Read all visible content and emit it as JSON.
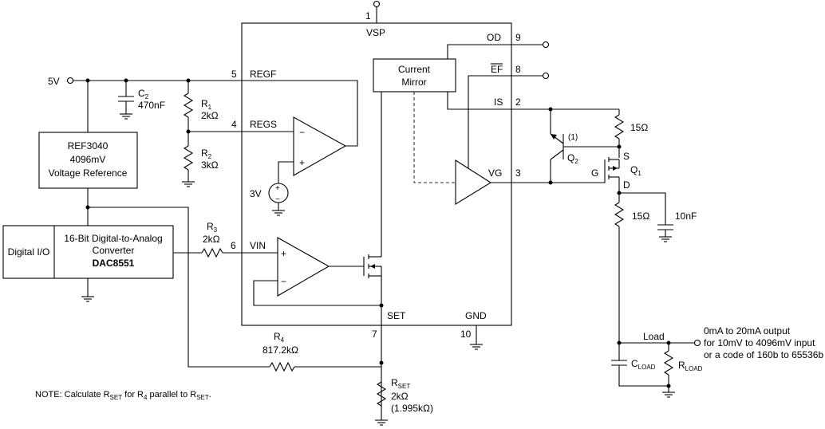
{
  "chip": {
    "pins": {
      "vsp": {
        "num": "1",
        "name": "VSP"
      },
      "regf": {
        "num": "5",
        "name": "REGF"
      },
      "regs": {
        "num": "4",
        "name": "REGS"
      },
      "vin": {
        "num": "6",
        "name": "VIN"
      },
      "set": {
        "num": "7",
        "name": "SET"
      },
      "gnd": {
        "num": "10",
        "name": "GND"
      },
      "od": {
        "num": "9",
        "name": "OD"
      },
      "ef": {
        "num": "8",
        "name": "EF"
      },
      "is": {
        "num": "2",
        "name": "IS"
      },
      "vg": {
        "num": "3",
        "name": "VG"
      }
    },
    "current_mirror": [
      "Current",
      "Mirror"
    ]
  },
  "supply": {
    "label": "5V"
  },
  "reference": [
    "REF3040",
    "4096mV",
    "Voltage Reference"
  ],
  "dac": {
    "io_label": "Digital I/O",
    "lines": [
      "16-Bit Digital-to-Analog",
      "Converter"
    ],
    "part": "DAC8551"
  },
  "components": {
    "c2": {
      "letter": "C",
      "sub": "2",
      "value": "470nF"
    },
    "r1": {
      "letter": "R",
      "sub": "1",
      "value": "2kΩ"
    },
    "r2": {
      "letter": "R",
      "sub": "2",
      "value": "3kΩ"
    },
    "r3": {
      "letter": "R",
      "sub": "3",
      "value": "2kΩ"
    },
    "r4": {
      "letter": "R",
      "sub": "4",
      "value": "817.2kΩ"
    },
    "rset": {
      "letter": "R",
      "sub": "SET",
      "value": "2kΩ",
      "note": "(1.995kΩ)"
    },
    "source3v": {
      "label": "3V",
      "plus": "+",
      "minus": "−"
    },
    "r15a": {
      "value": "15Ω"
    },
    "r15b": {
      "value": "15Ω"
    },
    "c10n": {
      "value": "10nF"
    },
    "q2": {
      "letter": "Q",
      "sub": "2",
      "footnote": "(1)"
    },
    "q1": {
      "letter": "Q",
      "sub": "1",
      "s": "S",
      "g": "G",
      "d": "D"
    },
    "cload": {
      "letter": "C",
      "sub": "LOAD"
    },
    "rload": {
      "letter": "R",
      "sub": "LOAD"
    },
    "load_label": "Load"
  },
  "opamp_signs": {
    "plus": "+",
    "minus": "−"
  },
  "output_note": [
    "0mA to 20mA output",
    "for 10mV to 4096mV input",
    "or a code of 160b to 65536b"
  ],
  "note": {
    "p1": "NOTE: Calculate R",
    "s1": "SET",
    "p2": " for R",
    "s2": "4",
    "p3": " parallel to R",
    "s3": "SET",
    "p4": "."
  }
}
